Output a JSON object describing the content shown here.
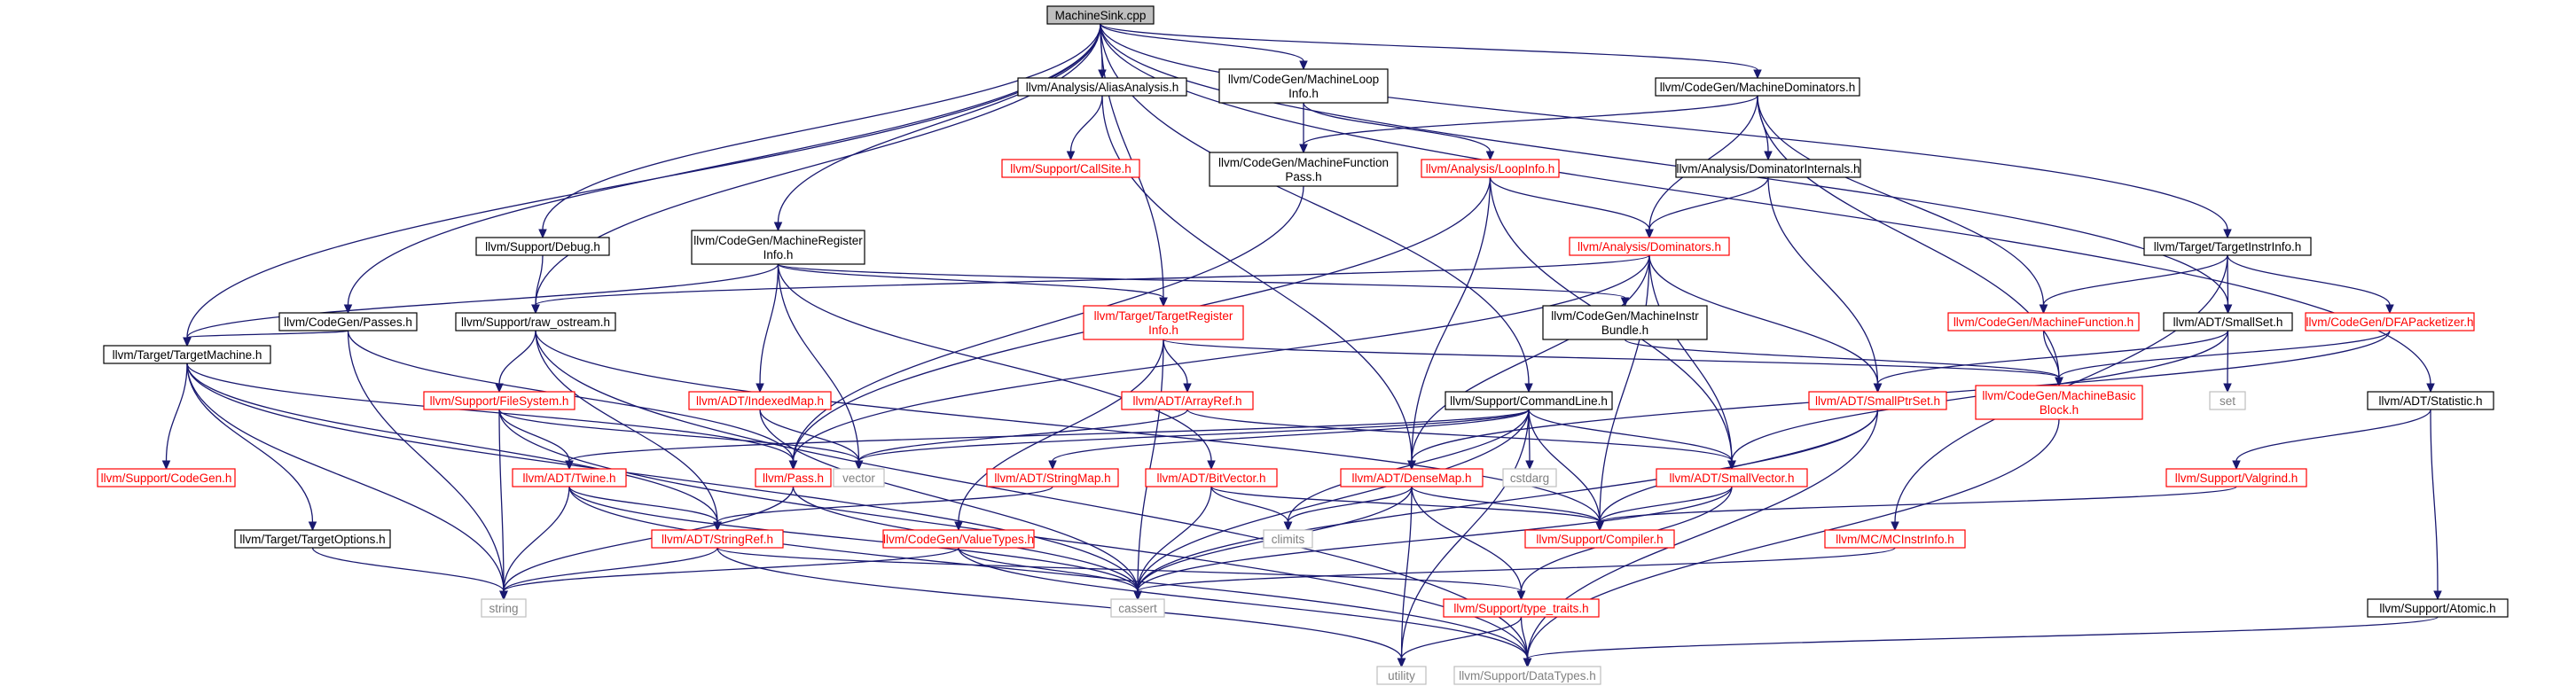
{
  "graph": {
    "colors": {
      "root_fill": "#bfbfbf",
      "normal_border": "#000000",
      "red_border": "#ff0000",
      "system_border": "#bfbfbf",
      "system_text": "#808080",
      "red_text": "#ff0000",
      "edge": "#191970"
    },
    "nodes": [
      {
        "id": "MachineSink",
        "lines": [
          "MachineSink.cpp"
        ],
        "kind": "root"
      },
      {
        "id": "AliasAnalysis",
        "lines": [
          "llvm/Analysis/AliasAnalysis.h"
        ],
        "kind": "normal"
      },
      {
        "id": "MachineLoopInfo",
        "lines": [
          "llvm/CodeGen/MachineLoop",
          "Info.h"
        ],
        "kind": "normal"
      },
      {
        "id": "MachineDominators",
        "lines": [
          "llvm/CodeGen/MachineDominators.h"
        ],
        "kind": "normal"
      },
      {
        "id": "CallSite",
        "lines": [
          "llvm/Support/CallSite.h"
        ],
        "kind": "red"
      },
      {
        "id": "MachineFunctionPass",
        "lines": [
          "llvm/CodeGen/MachineFunction",
          "Pass.h"
        ],
        "kind": "normal"
      },
      {
        "id": "LoopInfo",
        "lines": [
          "llvm/Analysis/LoopInfo.h"
        ],
        "kind": "red"
      },
      {
        "id": "DominatorInternals",
        "lines": [
          "llvm/Analysis/DominatorInternals.h"
        ],
        "kind": "normal"
      },
      {
        "id": "Debug",
        "lines": [
          "llvm/Support/Debug.h"
        ],
        "kind": "normal"
      },
      {
        "id": "MachineRegisterInfo",
        "lines": [
          "llvm/CodeGen/MachineRegister",
          "Info.h"
        ],
        "kind": "normal"
      },
      {
        "id": "Dominators",
        "lines": [
          "llvm/Analysis/Dominators.h"
        ],
        "kind": "red"
      },
      {
        "id": "TargetInstrInfo",
        "lines": [
          "llvm/Target/TargetInstrInfo.h"
        ],
        "kind": "normal"
      },
      {
        "id": "CodeGenPasses",
        "lines": [
          "llvm/CodeGen/Passes.h"
        ],
        "kind": "normal"
      },
      {
        "id": "raw_ostream",
        "lines": [
          "llvm/Support/raw_ostream.h"
        ],
        "kind": "normal"
      },
      {
        "id": "TargetRegisterInfo",
        "lines": [
          "llvm/Target/TargetRegister",
          "Info.h"
        ],
        "kind": "red"
      },
      {
        "id": "MachineInstrBundle",
        "lines": [
          "llvm/CodeGen/MachineInstr",
          "Bundle.h"
        ],
        "kind": "normal"
      },
      {
        "id": "MachineFunction",
        "lines": [
          "llvm/CodeGen/MachineFunction.h"
        ],
        "kind": "red"
      },
      {
        "id": "SmallSet",
        "lines": [
          "llvm/ADT/SmallSet.h"
        ],
        "kind": "normal"
      },
      {
        "id": "DFAPacketizer",
        "lines": [
          "llvm/CodeGen/DFAPacketizer.h"
        ],
        "kind": "red"
      },
      {
        "id": "TargetMachine",
        "lines": [
          "llvm/Target/TargetMachine.h"
        ],
        "kind": "normal"
      },
      {
        "id": "FileSystem",
        "lines": [
          "llvm/Support/FileSystem.h"
        ],
        "kind": "red"
      },
      {
        "id": "IndexedMap",
        "lines": [
          "llvm/ADT/IndexedMap.h"
        ],
        "kind": "red"
      },
      {
        "id": "ArrayRef",
        "lines": [
          "llvm/ADT/ArrayRef.h"
        ],
        "kind": "red"
      },
      {
        "id": "CommandLine",
        "lines": [
          "llvm/Support/CommandLine.h"
        ],
        "kind": "normal"
      },
      {
        "id": "SmallPtrSet",
        "lines": [
          "llvm/ADT/SmallPtrSet.h"
        ],
        "kind": "red"
      },
      {
        "id": "MachineBasicBlock",
        "lines": [
          "llvm/CodeGen/MachineBasic",
          "Block.h"
        ],
        "kind": "red"
      },
      {
        "id": "set",
        "lines": [
          "set"
        ],
        "kind": "system"
      },
      {
        "id": "Statistic",
        "lines": [
          "llvm/ADT/Statistic.h"
        ],
        "kind": "normal"
      },
      {
        "id": "SupportCodeGen",
        "lines": [
          "llvm/Support/CodeGen.h"
        ],
        "kind": "red"
      },
      {
        "id": "Twine",
        "lines": [
          "llvm/ADT/Twine.h"
        ],
        "kind": "red"
      },
      {
        "id": "Pass",
        "lines": [
          "llvm/Pass.h"
        ],
        "kind": "red"
      },
      {
        "id": "vector",
        "lines": [
          "vector"
        ],
        "kind": "system"
      },
      {
        "id": "StringMap",
        "lines": [
          "llvm/ADT/StringMap.h"
        ],
        "kind": "red"
      },
      {
        "id": "BitVector",
        "lines": [
          "llvm/ADT/BitVector.h"
        ],
        "kind": "red"
      },
      {
        "id": "DenseMap",
        "lines": [
          "llvm/ADT/DenseMap.h"
        ],
        "kind": "red"
      },
      {
        "id": "cstdarg",
        "lines": [
          "cstdarg"
        ],
        "kind": "system"
      },
      {
        "id": "SmallVector",
        "lines": [
          "llvm/ADT/SmallVector.h"
        ],
        "kind": "red"
      },
      {
        "id": "Valgrind",
        "lines": [
          "llvm/Support/Valgrind.h"
        ],
        "kind": "red"
      },
      {
        "id": "TargetOptions",
        "lines": [
          "llvm/Target/TargetOptions.h"
        ],
        "kind": "normal"
      },
      {
        "id": "StringRef",
        "lines": [
          "llvm/ADT/StringRef.h"
        ],
        "kind": "red"
      },
      {
        "id": "ValueTypes",
        "lines": [
          "llvm/CodeGen/ValueTypes.h"
        ],
        "kind": "red"
      },
      {
        "id": "climits",
        "lines": [
          "climits"
        ],
        "kind": "system"
      },
      {
        "id": "Compiler",
        "lines": [
          "llvm/Support/Compiler.h"
        ],
        "kind": "red"
      },
      {
        "id": "MCInstrInfo",
        "lines": [
          "llvm/MC/MCInstrInfo.h"
        ],
        "kind": "red"
      },
      {
        "id": "string",
        "lines": [
          "string"
        ],
        "kind": "system"
      },
      {
        "id": "cassert",
        "lines": [
          "cassert"
        ],
        "kind": "system"
      },
      {
        "id": "type_traits",
        "lines": [
          "llvm/Support/type_traits.h"
        ],
        "kind": "red"
      },
      {
        "id": "Atomic",
        "lines": [
          "llvm/Support/Atomic.h"
        ],
        "kind": "normal"
      },
      {
        "id": "utility",
        "lines": [
          "utility"
        ],
        "kind": "system"
      },
      {
        "id": "DataTypes",
        "lines": [
          "llvm/Support/DataTypes.h"
        ],
        "kind": "system"
      }
    ]
  }
}
